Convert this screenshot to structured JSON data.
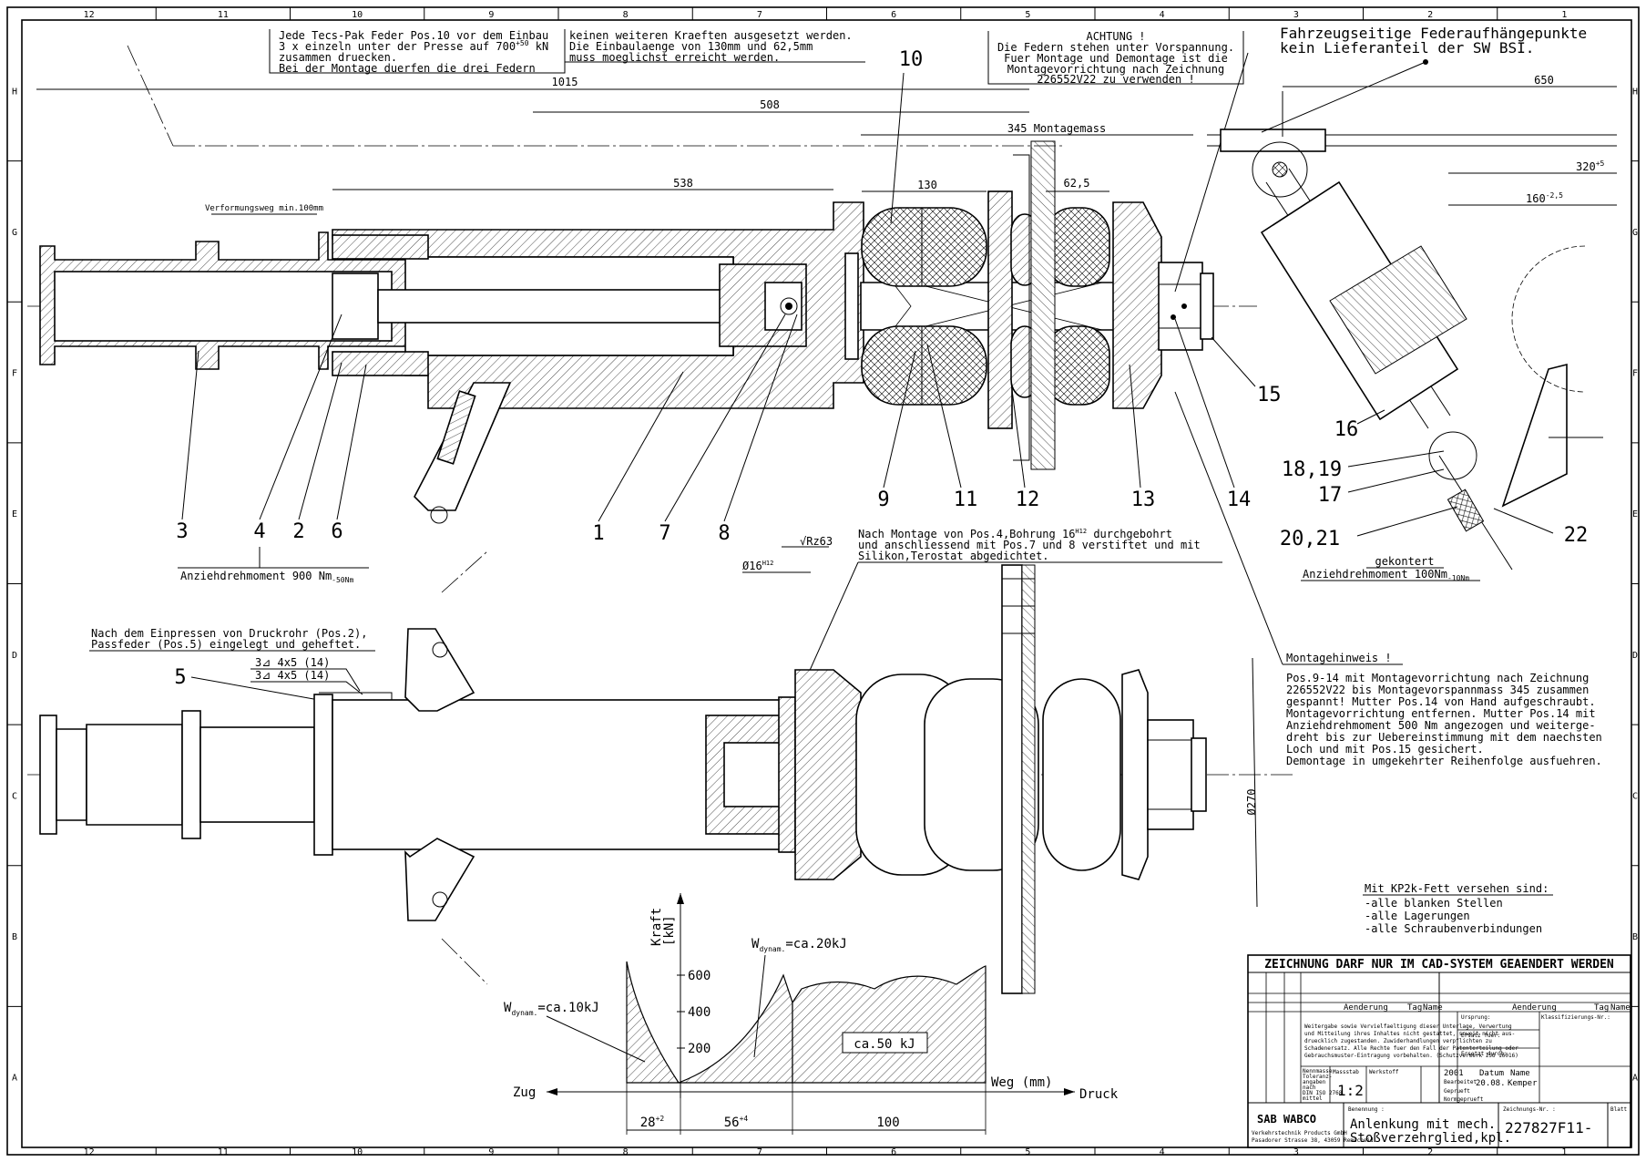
{
  "border": {
    "columns": [
      "12",
      "11",
      "10",
      "9",
      "8",
      "7",
      "6",
      "5",
      "4",
      "3",
      "2",
      "1"
    ],
    "rows": [
      "H",
      "G",
      "F",
      "E",
      "D",
      "C",
      "B",
      "A"
    ]
  },
  "notes": {
    "top_left": [
      "Jede Tecs-Pak Feder Pos.10 vor dem Einbau",
      "3 x einzeln unter der Presse auf 700",
      "zusammen druecken.",
      "Bei der Montage duerfen die drei Federn"
    ],
    "top_left_sup": "+50",
    "top_left_unit": "kN",
    "top_mid": [
      "keinen weiteren Kraeften ausgesetzt werden.",
      "Die Einbaulaenge von 130mm und 62,5mm",
      "muss moeglichst erreicht werden."
    ],
    "achtung": [
      "ACHTUNG !",
      "Die Federn stehen unter Vorspannung.",
      "Fuer Montage und Demontage ist die",
      "Montagevorrichtung nach Zeichnung",
      "226552V22 zu verwenden !"
    ],
    "fahrzeug": [
      "Fahrzeugseitige Federaufhängepunkte",
      "kein Lieferanteil der SW BSI."
    ],
    "nach_montage": [
      "Nach Montage von Pos.4,Bohrung 16",
      "und anschliessend mit Pos.7 und 8 verstiftet und mit",
      "Silikon,Terostat abgedichtet."
    ],
    "nach_montage_sup": "H12",
    "nach_montage_tail": "durchgebohrt",
    "einpressen": [
      "Nach dem Einpressen von Druckrohr (Pos.2),",
      "Passfeder (Pos.5) eingelegt und geheftet."
    ],
    "weld": [
      "3⊿ 4x5 (14)",
      "3⊿ 4x5 (14)"
    ],
    "anzieh_900": "Anziehdrehmoment 900 Nm",
    "anzieh_900_sub": "-50Nm",
    "anzieh_100": "Anziehdrehmoment 100Nm",
    "anzieh_100_sub": "-10Nm",
    "gekontert": "gekontert",
    "verformung": "Verformungsweg min.100mm",
    "montagehinweis_title": "Montagehinweis !",
    "montagehinweis": [
      "Pos.9-14 mit Montagevorrichtung nach Zeichnung",
      "226552V22 bis Montagevorspannmass 345 zusammen",
      "gespannt! Mutter Pos.14 von Hand aufgeschraubt.",
      "Montagevorrichtung entfernen. Mutter Pos.14 mit",
      "Anziehdrehmoment 500 Nm angezogen und weiterge-",
      "dreht bis zur Uebereinstimmung mit dem naechsten",
      "Loch und mit Pos.15 gesichert.",
      "Demontage in umgekehrter Reihenfolge ausfuehren."
    ],
    "fett_title": "Mit KP2k-Fett versehen sind:",
    "fett_items": [
      "-alle blanken Stellen",
      "-alle Lagerungen",
      "-alle Schraubenverbindungen"
    ]
  },
  "dimensions": {
    "d1015": "1015",
    "d508": "508",
    "d538": "538",
    "d130": "130",
    "d62_5": "62,5",
    "d345": "345 Montagemass",
    "d650": "650",
    "d320": "320",
    "d320_sup": "+5",
    "d160": "160",
    "d160_sup": "-2,5",
    "d270": "Ø270",
    "d16": "Ø16",
    "d16_sup": "H12",
    "rz": "Rz63"
  },
  "positions": {
    "p10": "10",
    "p15": "15",
    "p16": "16",
    "p18": "18,19",
    "p17": "17",
    "p20": "20,21",
    "p22": "22",
    "p3": "3",
    "p4": "4",
    "p2": "2",
    "p6": "6",
    "p1": "1",
    "p7": "7",
    "p8": "8",
    "p9": "9",
    "p11": "11",
    "p12": "12",
    "p13": "13",
    "p14": "14",
    "p5": "5"
  },
  "chart": {
    "y_label": "Kraft",
    "y_unit": "[kN]",
    "y_ticks": [
      "600",
      "400",
      "200"
    ],
    "x_left": "Zug",
    "x_right": "Druck",
    "x_label": "Weg (mm)",
    "w10": "W",
    "w10_sub": "dynam.",
    "w10_tail": "=ca.10kJ",
    "w20": "W",
    "w20_sub": "dynam.",
    "w20_tail": "=ca.20kJ",
    "w50": "ca.50 kJ",
    "seg1": "28",
    "seg1_sup": "+2",
    "seg2": "56",
    "seg2_sup": "+4",
    "seg3": "100"
  },
  "title_block": {
    "warning": "ZEICHNUNG DARF NUR IM CAD-SYSTEM GEAENDERT WERDEN",
    "aenderung": "Aenderung",
    "tag": "Tag",
    "name": "Name",
    "ursprung": "Ursprung:",
    "ersatz_fuer": "Ersatz fuer:",
    "ersetzt_durch": "Ersetzt durch:",
    "klass": "Klassifizierungs-Nr.:",
    "massstab_label": "Massstab",
    "massstab": "1:2",
    "werkstoff_label": "Werkstoff",
    "year": "2001",
    "datum": "Datum",
    "name2": "Name",
    "bearbeitet": "Bearbeitet",
    "date": "20.08.",
    "author": "Kemper",
    "geprueft": "Geprueft",
    "normgeprueft": "Normgeprueft",
    "benennung_label": "Benennung :",
    "benennung_1": "Anlenkung mit mech.",
    "benennung_2": "Stoßverzehrglied,kpl.",
    "zeichnung_label": "Zeichnungs-Nr. :",
    "zeichnung": "227827F11-",
    "blatt": "Blatt",
    "company": "SAB WABCO",
    "company_line1": "Verkehrstechnik Products GmbH",
    "company_line2": "Pasadorer Strasse 38, 43059 Remscheid",
    "copyright": [
      "Weitergabe sowie Vervielfaeltigung dieser Unterlage, Verwertung",
      "und Mitteilung ihres Inhaltes nicht gestattet, soweit nicht aus-",
      "druecklich zugestanden. Zuwiderhandlungen verpflichten zu",
      "Schadenersatz. Alle Rechte fuer den Fall der Patenterteilung oder",
      "Gebrauchsmuster-Eintragung vorbehalten. (Schutzvermerk ISO 16016)"
    ],
    "nachweise": [
      "Nennmasse",
      "Toleranz-",
      "angaben",
      "nach",
      "DIN ISO 2768",
      "mittel"
    ]
  }
}
